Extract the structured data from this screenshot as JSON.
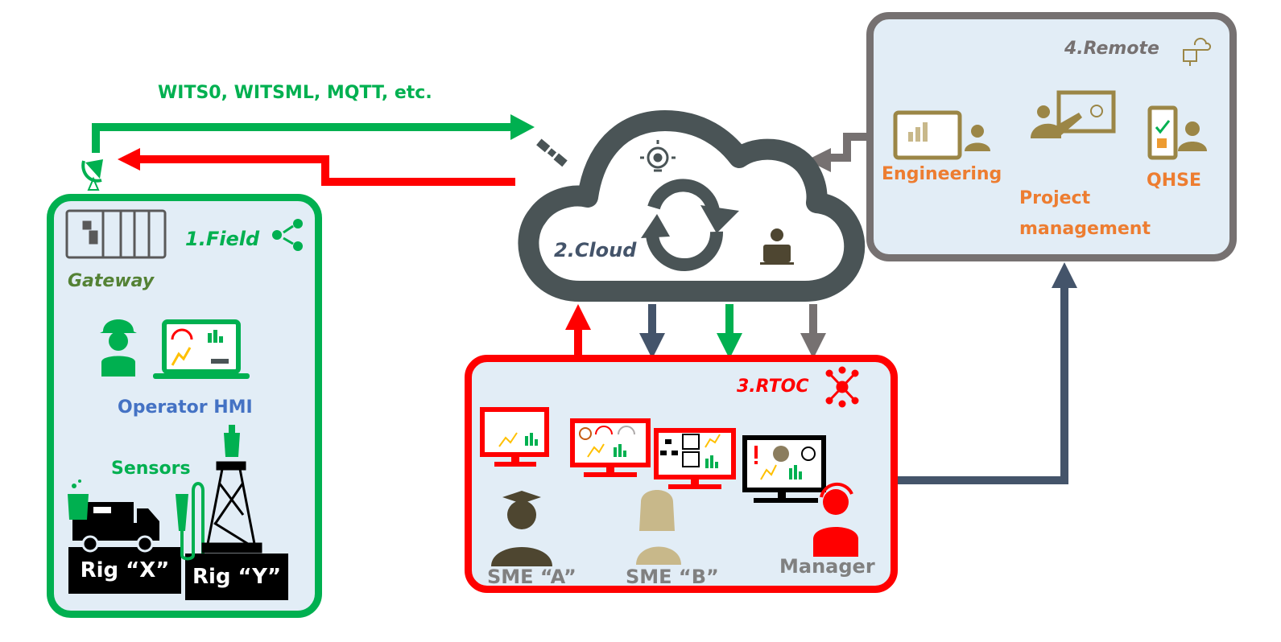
{
  "diagram": {
    "protocols_label": "WITS0, WITSML, MQTT, etc.",
    "colors": {
      "field": "#00b050",
      "cloud": "#4a5456",
      "rtoc": "#ff0000",
      "remote": "#767171",
      "navy_arrow": "#44546a",
      "panel_fill": "#e2edf6",
      "remote_icons": "#9b8646",
      "remote_labels": "#ed7d31"
    },
    "field": {
      "title": "1.Field",
      "gateway_label": "Gateway",
      "hmi_label": "Operator HMI",
      "sensors_label": "Sensors",
      "rigs": [
        "Rig “X”",
        "Rig “Y”"
      ]
    },
    "cloud": {
      "title": "2.Cloud"
    },
    "rtoc": {
      "title": "3.RTOC",
      "people": [
        "SME “A”",
        "SME “B”",
        "Manager"
      ]
    },
    "remote": {
      "title": "4.Remote",
      "roles": [
        "Engineering",
        "Project",
        "management",
        "QHSE"
      ]
    },
    "icons": {
      "field_title": "share-network-icon",
      "gateway": "plc-gateway-icon",
      "operator": "hard-hat-worker-icon",
      "hmi": "laptop-dashboard-icon",
      "antenna": "satellite-dish-icon",
      "satellite": "satellite-icon",
      "cloud_bulb": "lightbulb-gear-icon",
      "cloud_sync": "sync-arrows-icon",
      "cloud_dev": "developer-laptop-icon",
      "rtoc_title": "hub-network-icon",
      "remote_title": "cloud-desktop-sync-icon"
    }
  }
}
